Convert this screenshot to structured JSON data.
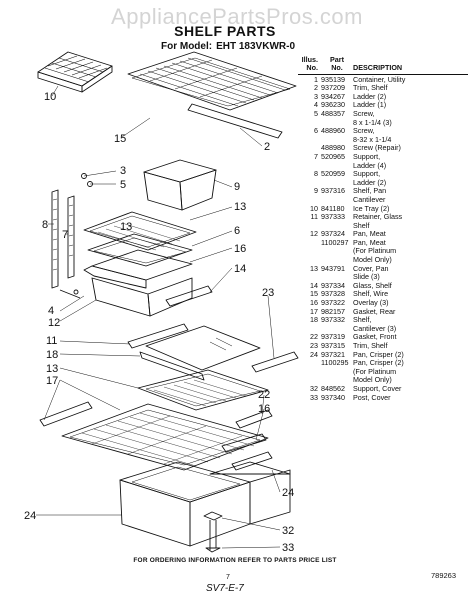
{
  "watermark": "AppliancePartsPros.com",
  "header": {
    "title": "SHELF PARTS",
    "model_prefix": "For Model:",
    "model": "EHT 183VKWR-0"
  },
  "parts_table": {
    "headers": {
      "illus_line1": "Illus.",
      "illus_line2": "No.",
      "part_line1": "Part",
      "part_line2": "No.",
      "desc": "DESCRIPTION"
    },
    "rows": [
      {
        "illus": "1",
        "part": "935139",
        "desc": "Container, Utility"
      },
      {
        "illus": "2",
        "part": "937209",
        "desc": "Trim, Shelf"
      },
      {
        "illus": "3",
        "part": "934267",
        "desc": "Ladder (2)"
      },
      {
        "illus": "4",
        "part": "936230",
        "desc": "Ladder (1)"
      },
      {
        "illus": "5",
        "part": "488357",
        "desc": "Screw,"
      },
      {
        "illus": "",
        "part": "",
        "desc": "8 x 1-1/4 (3)"
      },
      {
        "illus": "6",
        "part": "488960",
        "desc": "Screw,"
      },
      {
        "illus": "",
        "part": "",
        "desc": "8-32 x 1-1/4"
      },
      {
        "illus": "",
        "part": "488980",
        "desc": "Screw (Repair)"
      },
      {
        "illus": "7",
        "part": "520965",
        "desc": "Support,"
      },
      {
        "illus": "",
        "part": "",
        "desc": "Ladder (4)"
      },
      {
        "illus": "8",
        "part": "520959",
        "desc": "Support,"
      },
      {
        "illus": "",
        "part": "",
        "desc": "Ladder (2)"
      },
      {
        "illus": "9",
        "part": "937316",
        "desc": "Shelf, Pan"
      },
      {
        "illus": "",
        "part": "",
        "desc": "Cantilever"
      },
      {
        "illus": "10",
        "part": "841180",
        "desc": "Ice Tray (2)"
      },
      {
        "illus": "11",
        "part": "937333",
        "desc": "Retainer, Glass"
      },
      {
        "illus": "",
        "part": "",
        "desc": "Shelf"
      },
      {
        "illus": "12",
        "part": "937324",
        "desc": "Pan, Meat"
      },
      {
        "illus": "",
        "part": "1100297",
        "desc": "Pan, Meat"
      },
      {
        "illus": "",
        "part": "",
        "desc": "(For Platinum"
      },
      {
        "illus": "",
        "part": "",
        "desc": "Model Only)"
      },
      {
        "illus": "13",
        "part": "943791",
        "desc": "Cover, Pan"
      },
      {
        "illus": "",
        "part": "",
        "desc": "Slide (3)"
      },
      {
        "illus": "14",
        "part": "937334",
        "desc": "Glass, Shelf"
      },
      {
        "illus": "15",
        "part": "937328",
        "desc": "Shelf, Wire"
      },
      {
        "illus": "16",
        "part": "937322",
        "desc": "Overlay (3)"
      },
      {
        "illus": "17",
        "part": "982157",
        "desc": "Gasket, Rear"
      },
      {
        "illus": "18",
        "part": "937332",
        "desc": "Shelf,"
      },
      {
        "illus": "",
        "part": "",
        "desc": "Cantilever (3)"
      },
      {
        "illus": "22",
        "part": "937319",
        "desc": "Gasket, Front"
      },
      {
        "illus": "23",
        "part": "937315",
        "desc": "Trim, Shelf"
      },
      {
        "illus": "24",
        "part": "937321",
        "desc": "Pan, Crisper (2)"
      },
      {
        "illus": "",
        "part": "1100295",
        "desc": "Pan, Crisper (2)"
      },
      {
        "illus": "",
        "part": "",
        "desc": "(For Platinum"
      },
      {
        "illus": "",
        "part": "",
        "desc": "Model Only)"
      },
      {
        "illus": "32",
        "part": "848562",
        "desc": "Support, Cover"
      },
      {
        "illus": "33",
        "part": "937340",
        "desc": "Post, Cover"
      }
    ]
  },
  "callouts": [
    "10",
    "15",
    "2",
    "3",
    "5",
    "7",
    "8",
    "9",
    "13",
    "6",
    "16",
    "14",
    "4",
    "12",
    "11",
    "23",
    "18",
    "13",
    "17",
    "22",
    "16",
    "24",
    "24",
    "32",
    "33",
    "13"
  ],
  "footer": "FOR ORDERING INFORMATION REFER TO PARTS PRICE LIST",
  "page_number": "7",
  "reference_number": "789263",
  "handwritten_note": "SV7-E-7"
}
